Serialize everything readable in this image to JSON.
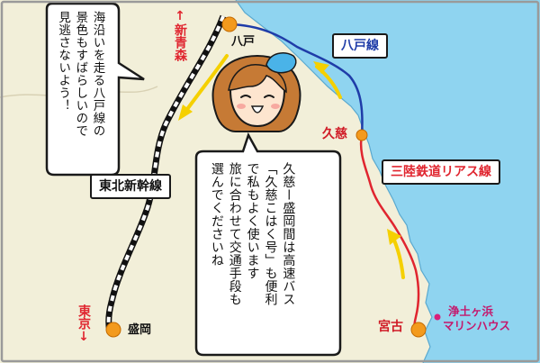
{
  "stations": {
    "hachinohe": "八戸",
    "kuji": "久慈",
    "morioka": "盛岡",
    "miyako": "宮古"
  },
  "directions": {
    "shin_aomori": "↑新青森",
    "tokyo": "東京↓"
  },
  "lines": {
    "hachinohe_line": "八戸線",
    "sanriku_line": "三陸鉄道リアス線",
    "tohoku_shinkansen": "東北新幹線"
  },
  "place": {
    "line1": "浄土ヶ浜",
    "line2": "マリンハウス"
  },
  "bubble_left": {
    "lines": [
      "海沿いを走る八戸線の",
      "景色もすばらしいので",
      "見逃さないよう！"
    ]
  },
  "bubble_right": {
    "lines": [
      "久慈ー盛岡間は高速バス",
      "「久慈こはく号」も便利",
      "で私もよく使います",
      "旅に合わせて交通手段も",
      "選んでくださいね"
    ]
  },
  "colors": {
    "sea": "#8fd4f0",
    "land": "#f2efd9",
    "hachinohe_line": "#1f3ca8",
    "sanriku_line": "#e0252f",
    "station_dot": "#f39a1d",
    "arrow": "#f5d000",
    "place_dot": "#d9207a"
  }
}
